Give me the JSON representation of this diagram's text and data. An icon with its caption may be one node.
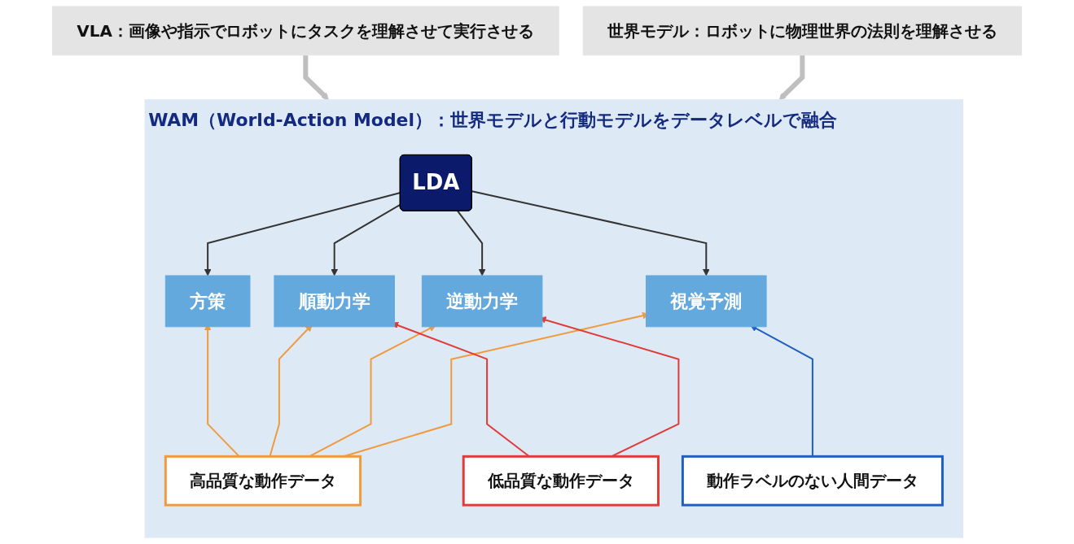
{
  "diagram": {
    "nodes": [
      {
        "text": [
          "VLA：画像や指示でロボットにタスクを理解させて実行させる"
        ]
      },
      {
        "text": [
          "世界モデル：ロボットに物理世界の法則を理解させる"
        ]
      },
      {
        "text": [
          "WAM（World-Action Model）：世界モデルと行動モデルをデータレベルで融合"
        ]
      },
      {
        "text": [
          "LDA"
        ],
        "in": 2
      },
      {
        "text": [
          "方策"
        ],
        "in": 2
      },
      {
        "text": [
          "順動力学"
        ],
        "in": 2
      },
      {
        "text": [
          "逆動力学"
        ],
        "in": 2
      },
      {
        "text": [
          "視覚予測"
        ],
        "in": 2
      },
      {
        "text": [
          "高品質な動作データ"
        ],
        "in": 2
      },
      {
        "text": [
          "低品質な動作データ"
        ],
        "in": 2
      },
      {
        "text": [
          "動作ラベルのない人間データ"
        ],
        "in": 2
      }
    ],
    "edges": [
      {
        "from": 0,
        "to": 2,
        "arrow": "to",
        "style": "thick",
        "color": "#bfbfbf"
      },
      {
        "from": 1,
        "to": 2,
        "arrow": "to",
        "style": "thick",
        "color": "#bfbfbf"
      },
      {
        "from": 3,
        "to": 4,
        "arrow": "to"
      },
      {
        "from": 3,
        "to": 5,
        "arrow": "to"
      },
      {
        "from": 3,
        "to": 6,
        "arrow": "to"
      },
      {
        "from": 3,
        "to": 7,
        "arrow": "to"
      },
      {
        "from": 8,
        "to": 4,
        "arrow": "to",
        "color": "#f09a3e"
      },
      {
        "from": 8,
        "to": 5,
        "arrow": "to",
        "color": "#f09a3e"
      },
      {
        "from": 8,
        "to": 6,
        "arrow": "to",
        "color": "#f09a3e"
      },
      {
        "from": 8,
        "to": 7,
        "arrow": "to",
        "color": "#f09a3e"
      },
      {
        "from": 9,
        "to": 5,
        "arrow": "to",
        "color": "#e03a3a"
      },
      {
        "from": 9,
        "to": 6,
        "arrow": "to",
        "color": "#e03a3a"
      },
      {
        "from": 10,
        "to": 7,
        "arrow": "to",
        "color": "#1f5fc4"
      }
    ]
  }
}
